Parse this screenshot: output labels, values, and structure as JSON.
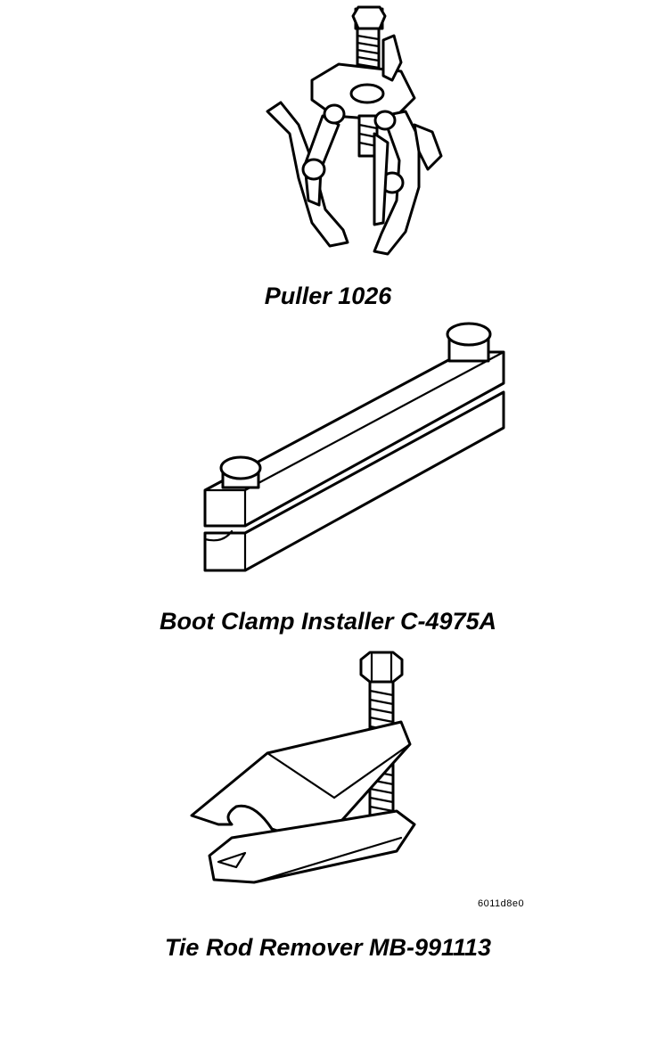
{
  "tools": [
    {
      "name": "Puller 1026"
    },
    {
      "name": "Boot Clamp Installer C-4975A"
    },
    {
      "name": "Tie Rod Remover MB-991113"
    }
  ],
  "figure_code": "6011d8e0",
  "icons": [
    "puller-illustration",
    "boot-clamp-installer-illustration",
    "tie-rod-remover-illustration"
  ],
  "colors": {
    "ink": "#000000",
    "paper": "#ffffff"
  }
}
